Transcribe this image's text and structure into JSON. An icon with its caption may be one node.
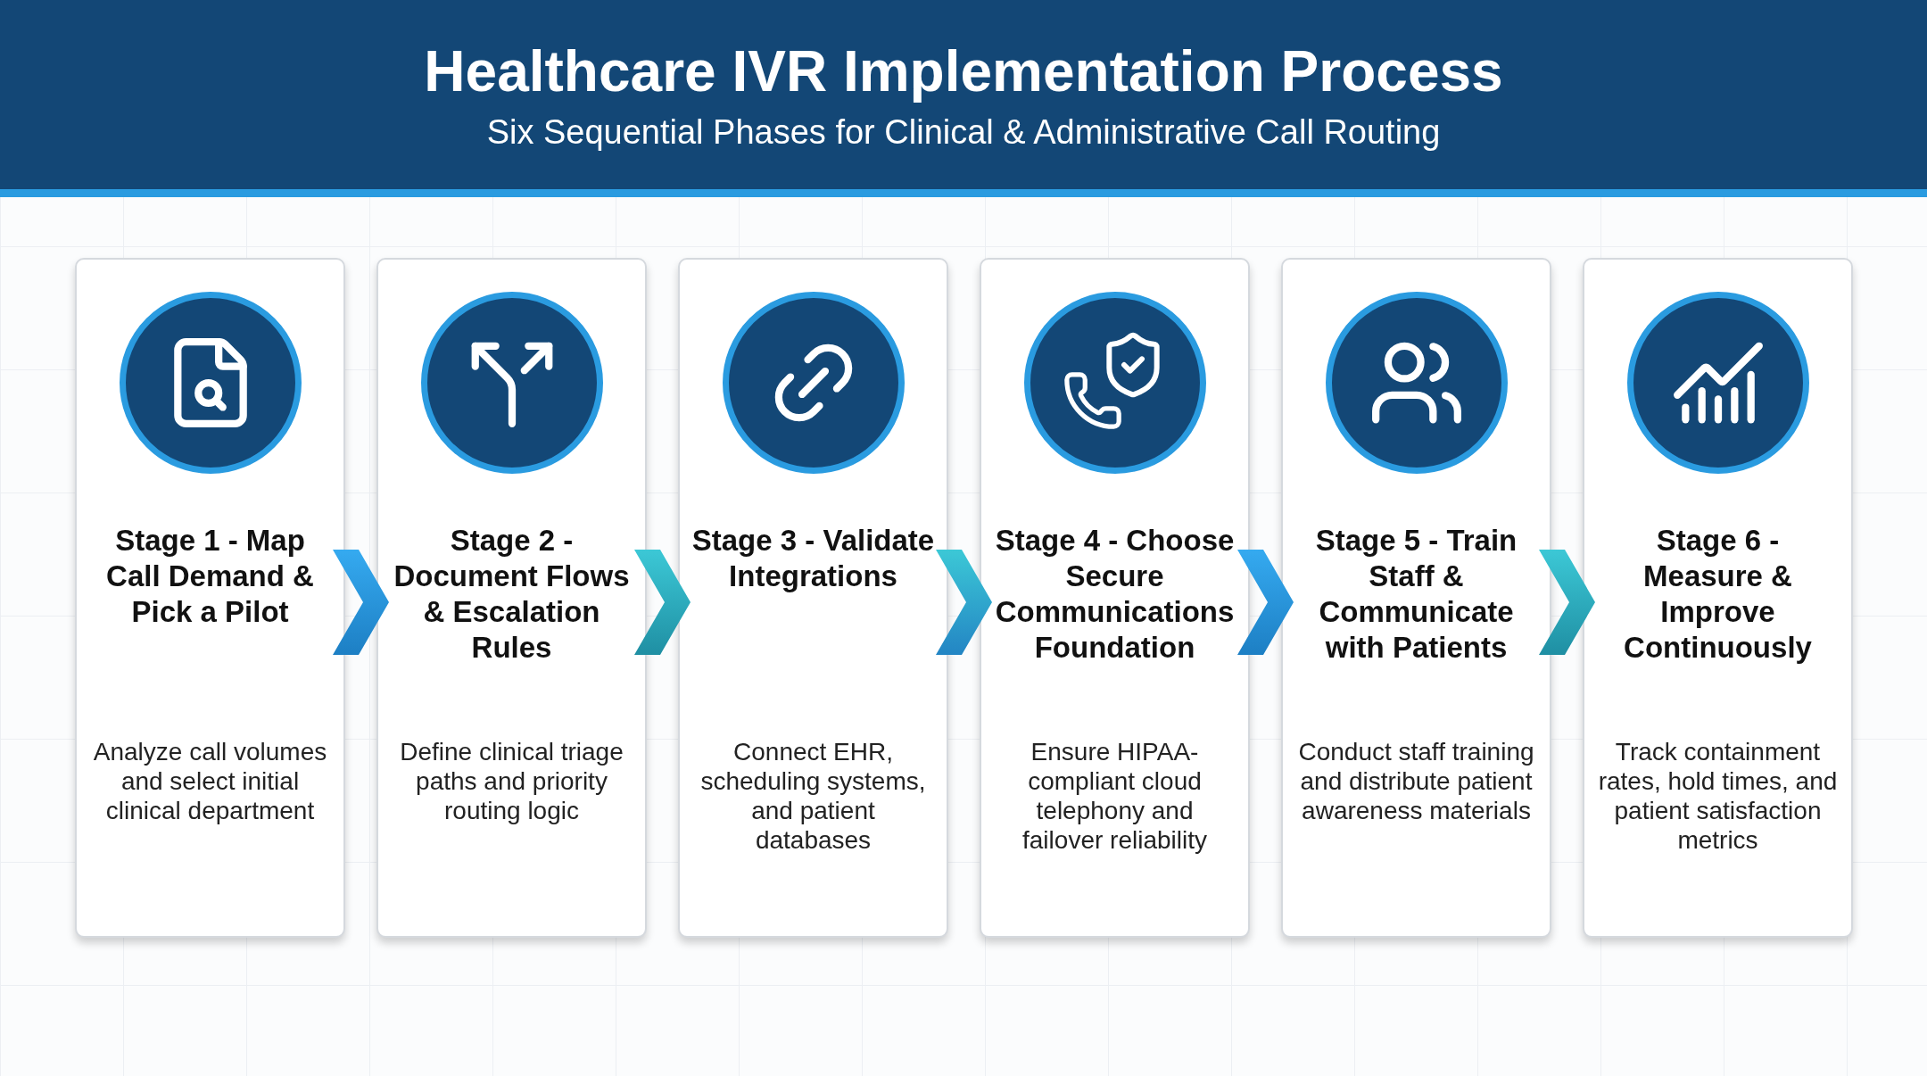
{
  "diagram": {
    "title": "Healthcare IVR Implementation Process",
    "caption": "Six Sequential Phases for Clinical & Administrative Call Routing",
    "nodes": [
      {
        "text": [
          "Stage 1 - Map Call Demand & Pick a Pilot",
          "Analyze call volumes and select initial clinical department"
        ]
      },
      {
        "text": [
          "Stage 2 - Document Flows & Escalation Rules",
          "Define clinical triage paths and priority routing logic"
        ]
      },
      {
        "text": [
          "Stage 3 - Validate Integrations",
          "Connect EHR, scheduling systems, and patient databases"
        ]
      },
      {
        "text": [
          "Stage 4 - Choose Secure Communications Foundation",
          "Ensure HIPAA-compliant cloud telephony and failover reliability"
        ]
      },
      {
        "text": [
          "Stage 5 - Train Staff & Communicate with Patients",
          "Conduct staff training and distribute patient awareness materials"
        ]
      },
      {
        "text": [
          "Stage 6 - Measure & Improve Continuously",
          "Track containment rates, hold times, and patient satisfaction metrics"
        ]
      }
    ],
    "edges": [
      {
        "from": 0,
        "to": 1,
        "arrow": "to"
      },
      {
        "from": 1,
        "to": 2,
        "arrow": "to"
      },
      {
        "from": 2,
        "to": 3,
        "arrow": "to"
      },
      {
        "from": 3,
        "to": 4,
        "arrow": "to"
      },
      {
        "from": 4,
        "to": 5,
        "arrow": "to"
      }
    ]
  }
}
